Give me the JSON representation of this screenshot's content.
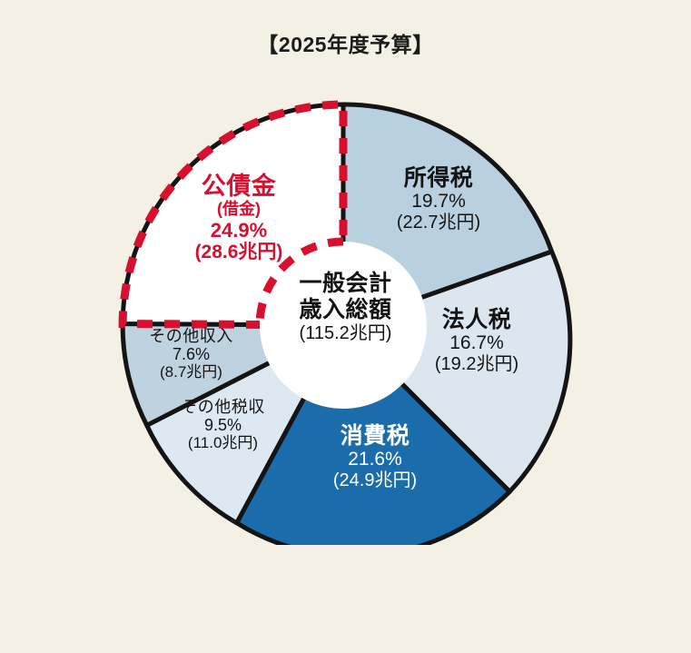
{
  "title": "【2025年度予算】",
  "center": {
    "line1": "一般会計",
    "line2": "歳入総額",
    "total": "(115.2兆円)"
  },
  "colors": {
    "background": "#f4f1e4",
    "outline": "#141414",
    "income_tax": "#b9d0e0",
    "corporate_tax": "#dbe6ef",
    "consumption_tax": "#1a6cab",
    "other_tax": "#dde9f2",
    "other_revenue": "#bed2e0",
    "public_bonds_fill": "#ffffff",
    "public_bonds_accent": "#d81030"
  },
  "chart_data": {
    "type": "pie",
    "title": "【2025年度予算】",
    "center_label": "一般会計 歳入総額 (115.2兆円)",
    "total_label": "(115.2兆円)",
    "total_value": 115.2,
    "unit": "兆円",
    "start_angle_deg": 0,
    "direction": "clockwise",
    "donut_hole_ratio": 0.38,
    "legend": "none",
    "categories": [
      "所得税",
      "法人税",
      "消費税",
      "その他税収",
      "その他収入",
      "公債金"
    ],
    "values": [
      19.7,
      16.7,
      21.6,
      9.5,
      7.6,
      24.9
    ],
    "amounts": [
      22.7,
      19.2,
      24.9,
      11.0,
      8.7,
      28.6
    ],
    "slices": [
      {
        "name": "所得税",
        "percent_label": "19.7%",
        "amount_label": "(22.7兆円)",
        "percent": 19.7,
        "amount": 22.7,
        "color": "#b9d0e0",
        "text_color": "#141414",
        "emphasis": "bold"
      },
      {
        "name": "法人税",
        "percent_label": "16.7%",
        "amount_label": "(19.2兆円)",
        "percent": 16.7,
        "amount": 19.2,
        "color": "#dbe6ef",
        "text_color": "#141414",
        "emphasis": "bold"
      },
      {
        "name": "消費税",
        "percent_label": "21.6%",
        "amount_label": "(24.9兆円)",
        "percent": 21.6,
        "amount": 24.9,
        "color": "#1a6cab",
        "text_color": "#ffffff",
        "emphasis": "bold"
      },
      {
        "name": "その他税収",
        "percent_label": "9.5%",
        "amount_label": "(11.0兆円)",
        "percent": 9.5,
        "amount": 11.0,
        "color": "#dde9f2",
        "text_color": "#141414",
        "emphasis": "normal"
      },
      {
        "name": "その他収入",
        "percent_label": "7.6%",
        "amount_label": "(8.7兆円)",
        "percent": 7.6,
        "amount": 8.7,
        "color": "#bed2e0",
        "text_color": "#141414",
        "emphasis": "normal"
      },
      {
        "name": "公債金",
        "sub_label": "(借金)",
        "percent_label": "24.9%",
        "amount_label": "(28.6兆円)",
        "percent": 24.9,
        "amount": 28.6,
        "color": "#ffffff",
        "text_color": "#d81030",
        "border_style": "dashed",
        "border_color": "#d81030",
        "emphasis": "bold"
      }
    ]
  }
}
